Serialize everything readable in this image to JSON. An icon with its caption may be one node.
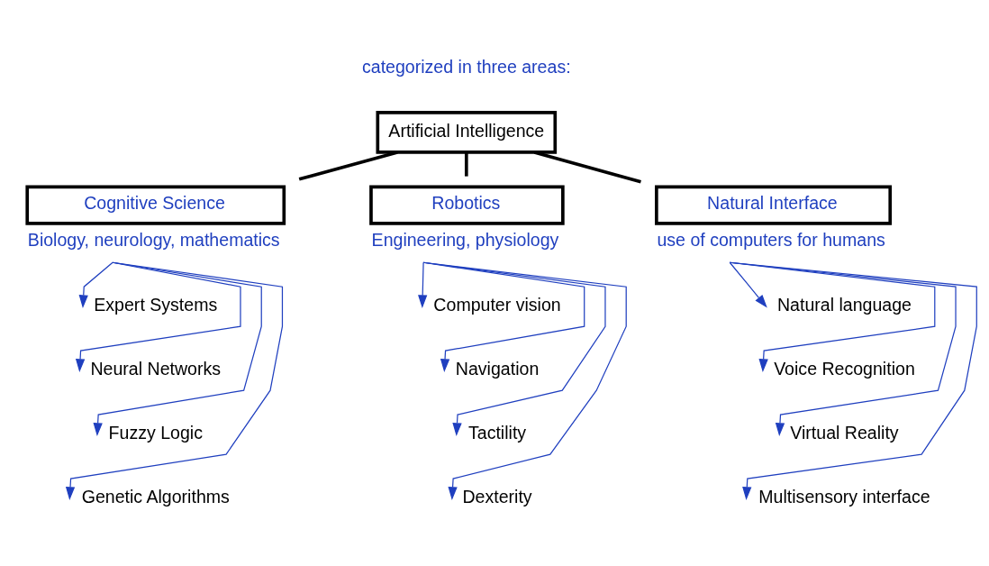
{
  "diagram": {
    "nodes": [
      {
        "text": [
          "Artificial Intelligence"
        ]
      },
      {
        "text": [
          "Cognitive Science"
        ],
        "beside": [
          "Biology, neurology, mathematics"
        ]
      },
      {
        "text": [
          "Robotics"
        ],
        "beside": [
          "Engineering, physiology"
        ]
      },
      {
        "text": [
          "Natural Interface"
        ],
        "beside": [
          "use of computers for humans"
        ]
      },
      {
        "text": [
          "Expert Systems"
        ]
      },
      {
        "text": [
          "Neural Networks"
        ]
      },
      {
        "text": [
          "Fuzzy Logic"
        ]
      },
      {
        "text": [
          "Genetic Algorithms"
        ]
      },
      {
        "text": [
          "Computer vision"
        ]
      },
      {
        "text": [
          "Navigation"
        ]
      },
      {
        "text": [
          "Tactility"
        ]
      },
      {
        "text": [
          "Dexterity"
        ]
      },
      {
        "text": [
          "Natural language"
        ]
      },
      {
        "text": [
          "Voice Recognition"
        ]
      },
      {
        "text": [
          "Virtual Reality"
        ]
      },
      {
        "text": [
          "Multisensory interface"
        ]
      }
    ],
    "edges": [
      {
        "from": 0,
        "to": 1,
        "arrow": "none",
        "style": "thick",
        "color": "#000000"
      },
      {
        "from": 0,
        "to": 2,
        "arrow": "none",
        "style": "thick",
        "color": "#000000"
      },
      {
        "from": 0,
        "to": 3,
        "arrow": "none",
        "style": "thick",
        "color": "#000000"
      },
      {
        "from": 1,
        "to": 4,
        "arrow": "to"
      },
      {
        "from": 1,
        "to": 5,
        "arrow": "to"
      },
      {
        "from": 1,
        "to": 6,
        "arrow": "to"
      },
      {
        "from": 1,
        "to": 7,
        "arrow": "to"
      },
      {
        "from": 2,
        "to": 8,
        "arrow": "to"
      },
      {
        "from": 2,
        "to": 9,
        "arrow": "to"
      },
      {
        "from": 2,
        "to": 10,
        "arrow": "to"
      },
      {
        "from": 2,
        "to": 11,
        "arrow": "to"
      },
      {
        "from": 3,
        "to": 12,
        "arrow": "to"
      },
      {
        "from": 3,
        "to": 13,
        "arrow": "to"
      },
      {
        "from": 3,
        "to": 14,
        "arrow": "to"
      },
      {
        "from": 3,
        "to": 15,
        "arrow": "to"
      }
    ],
    "labels": [
      "categorized in three areas:"
    ]
  }
}
